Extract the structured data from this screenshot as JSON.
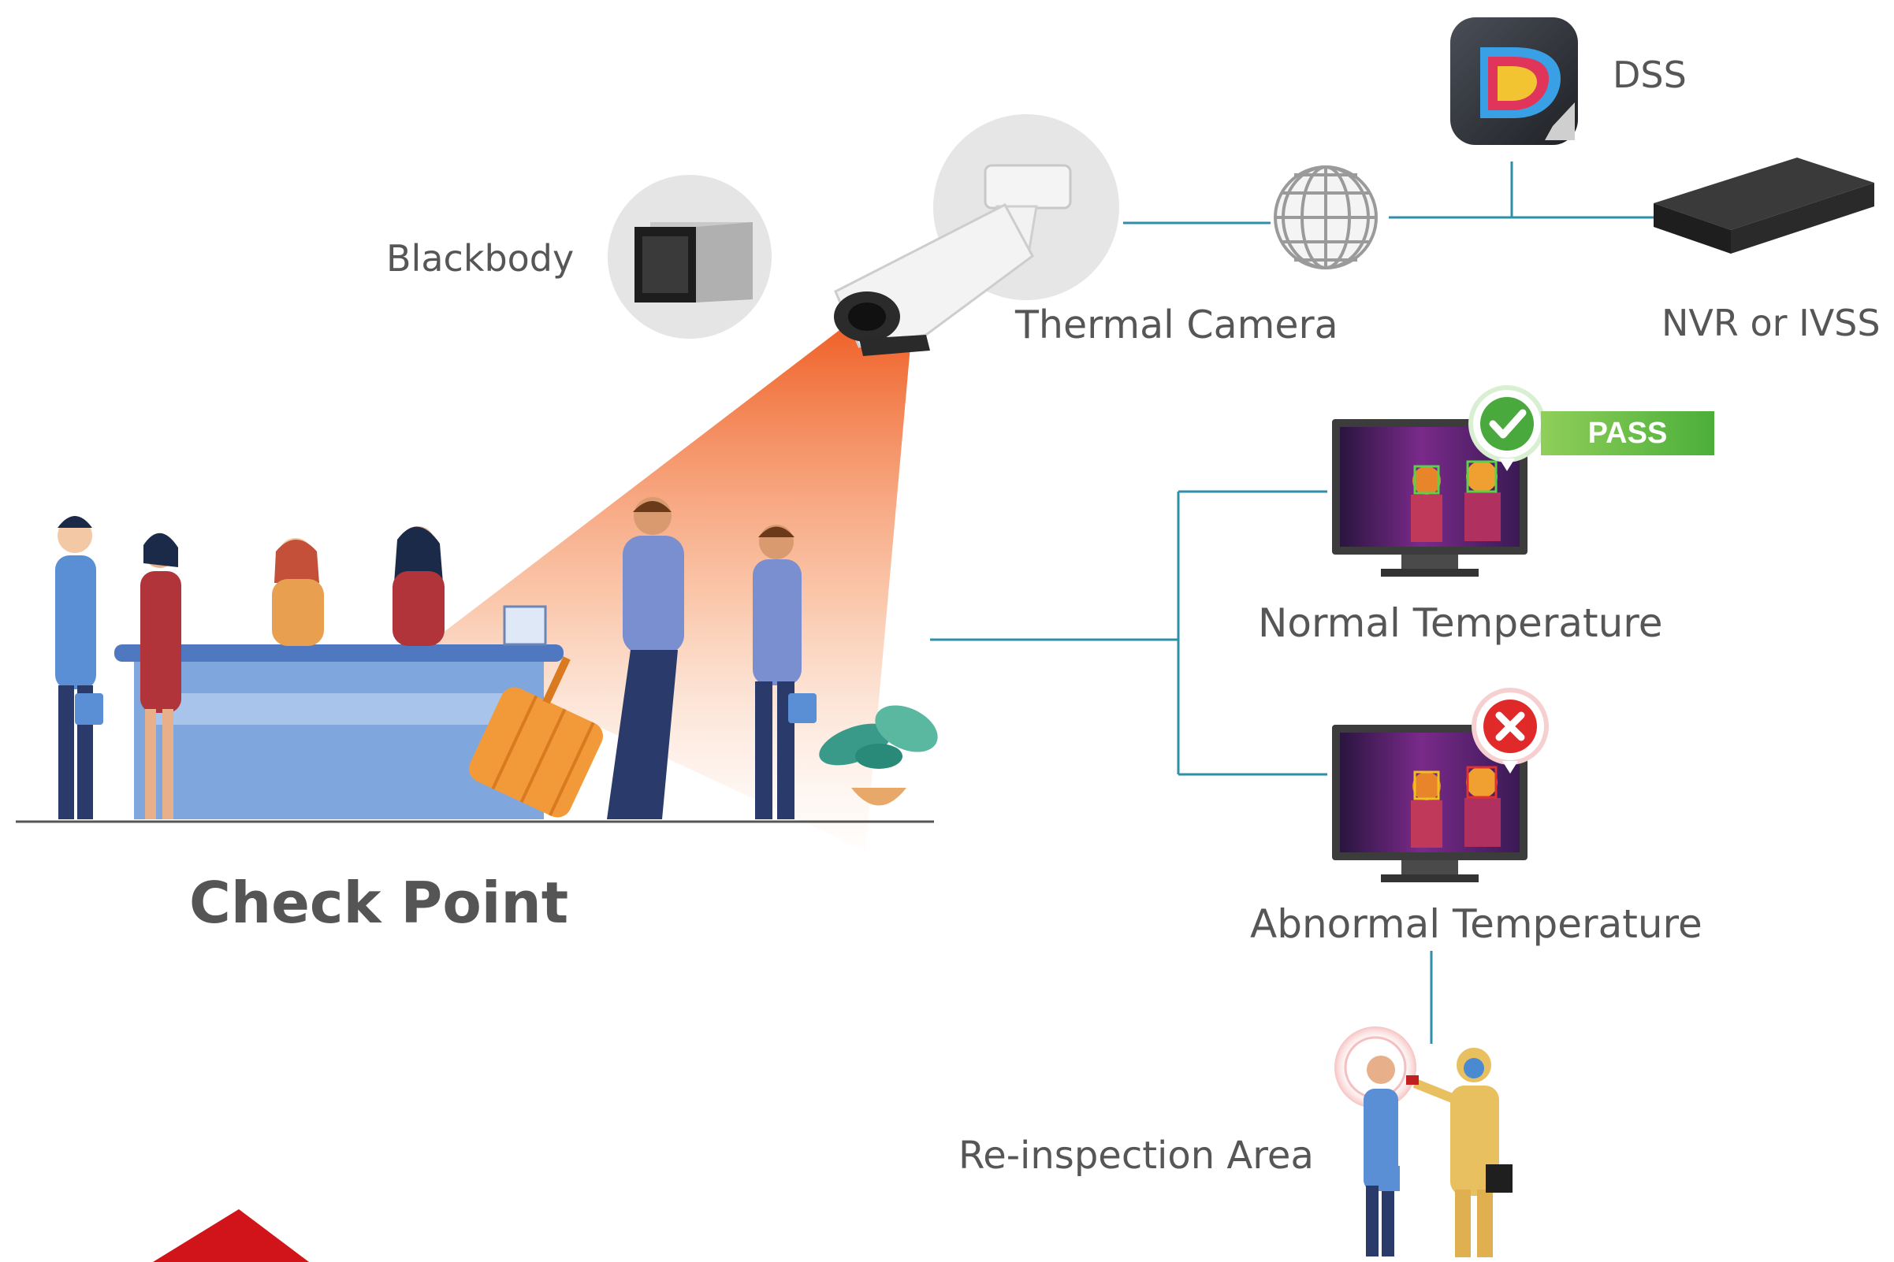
{
  "labels": {
    "blackbody": "Blackbody",
    "thermal_camera": "Thermal Camera",
    "dss": "DSS",
    "nvr": "NVR or IVSS",
    "normal": "Normal Temperature",
    "abnormal": "Abnormal Temperature",
    "reinspection": "Re-inspection Area",
    "checkpoint": "Check Point",
    "pass_badge": "PASS"
  },
  "colors": {
    "connector": "#2f8fa8",
    "beam": "#f05a1a",
    "pass_green": "#5cbf47",
    "check_green": "#49a93c",
    "fail_red": "#e02a2a",
    "label_gray": "#565656",
    "corner_red": "#d0141a"
  },
  "icons": [
    "blackbody-icon",
    "thermal-camera-icon",
    "dss-app-icon",
    "network-globe-icon",
    "nvr-device-icon",
    "monitor-normal-icon",
    "monitor-abnormal-icon",
    "pass-check-icon",
    "fail-x-icon"
  ]
}
